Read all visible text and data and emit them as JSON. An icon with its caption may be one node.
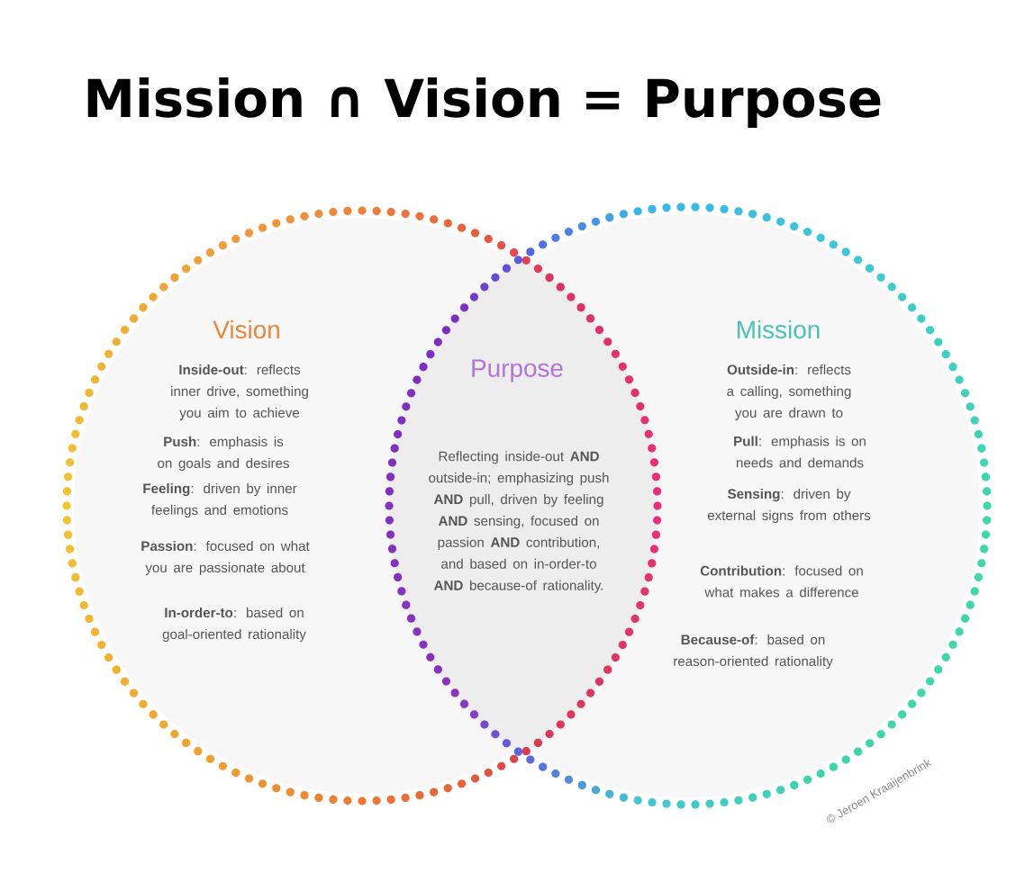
{
  "diagram": {
    "title": "Mission ∩ Vision = Purpose",
    "nodes": [
      {
        "text": [
          "Vision",
          "**Inside-out**: reflects inner drive, something you aim to achieve",
          "**Push**: emphasis is on goals and desires",
          "**Feeling**: driven by inner feelings and emotions",
          "**Passion**: focused on what you are passionate about",
          "**In-order-to**: based on goal-oriented rationality"
        ]
      },
      {
        "text": [
          "Purpose",
          "Reflecting inside-out **AND** outside-in; emphasizing push **AND** pull, driven by feeling **AND** sensing, focused on passion **AND** contribution, and based on in-order-to **AND** because-of rationality."
        ]
      },
      {
        "text": [
          "Mission",
          "**Outside-in**: reflects a calling, something you are drawn to",
          "**Pull**: emphasis is on needs and demands",
          "**Sensing**: driven by external signs from others",
          "**Contribution**: focused on what makes a difference",
          "**Because-of**: based on reason-oriented rationality"
        ]
      }
    ],
    "labels": [
      "© Jeroen Kraaijenbrink"
    ]
  }
}
